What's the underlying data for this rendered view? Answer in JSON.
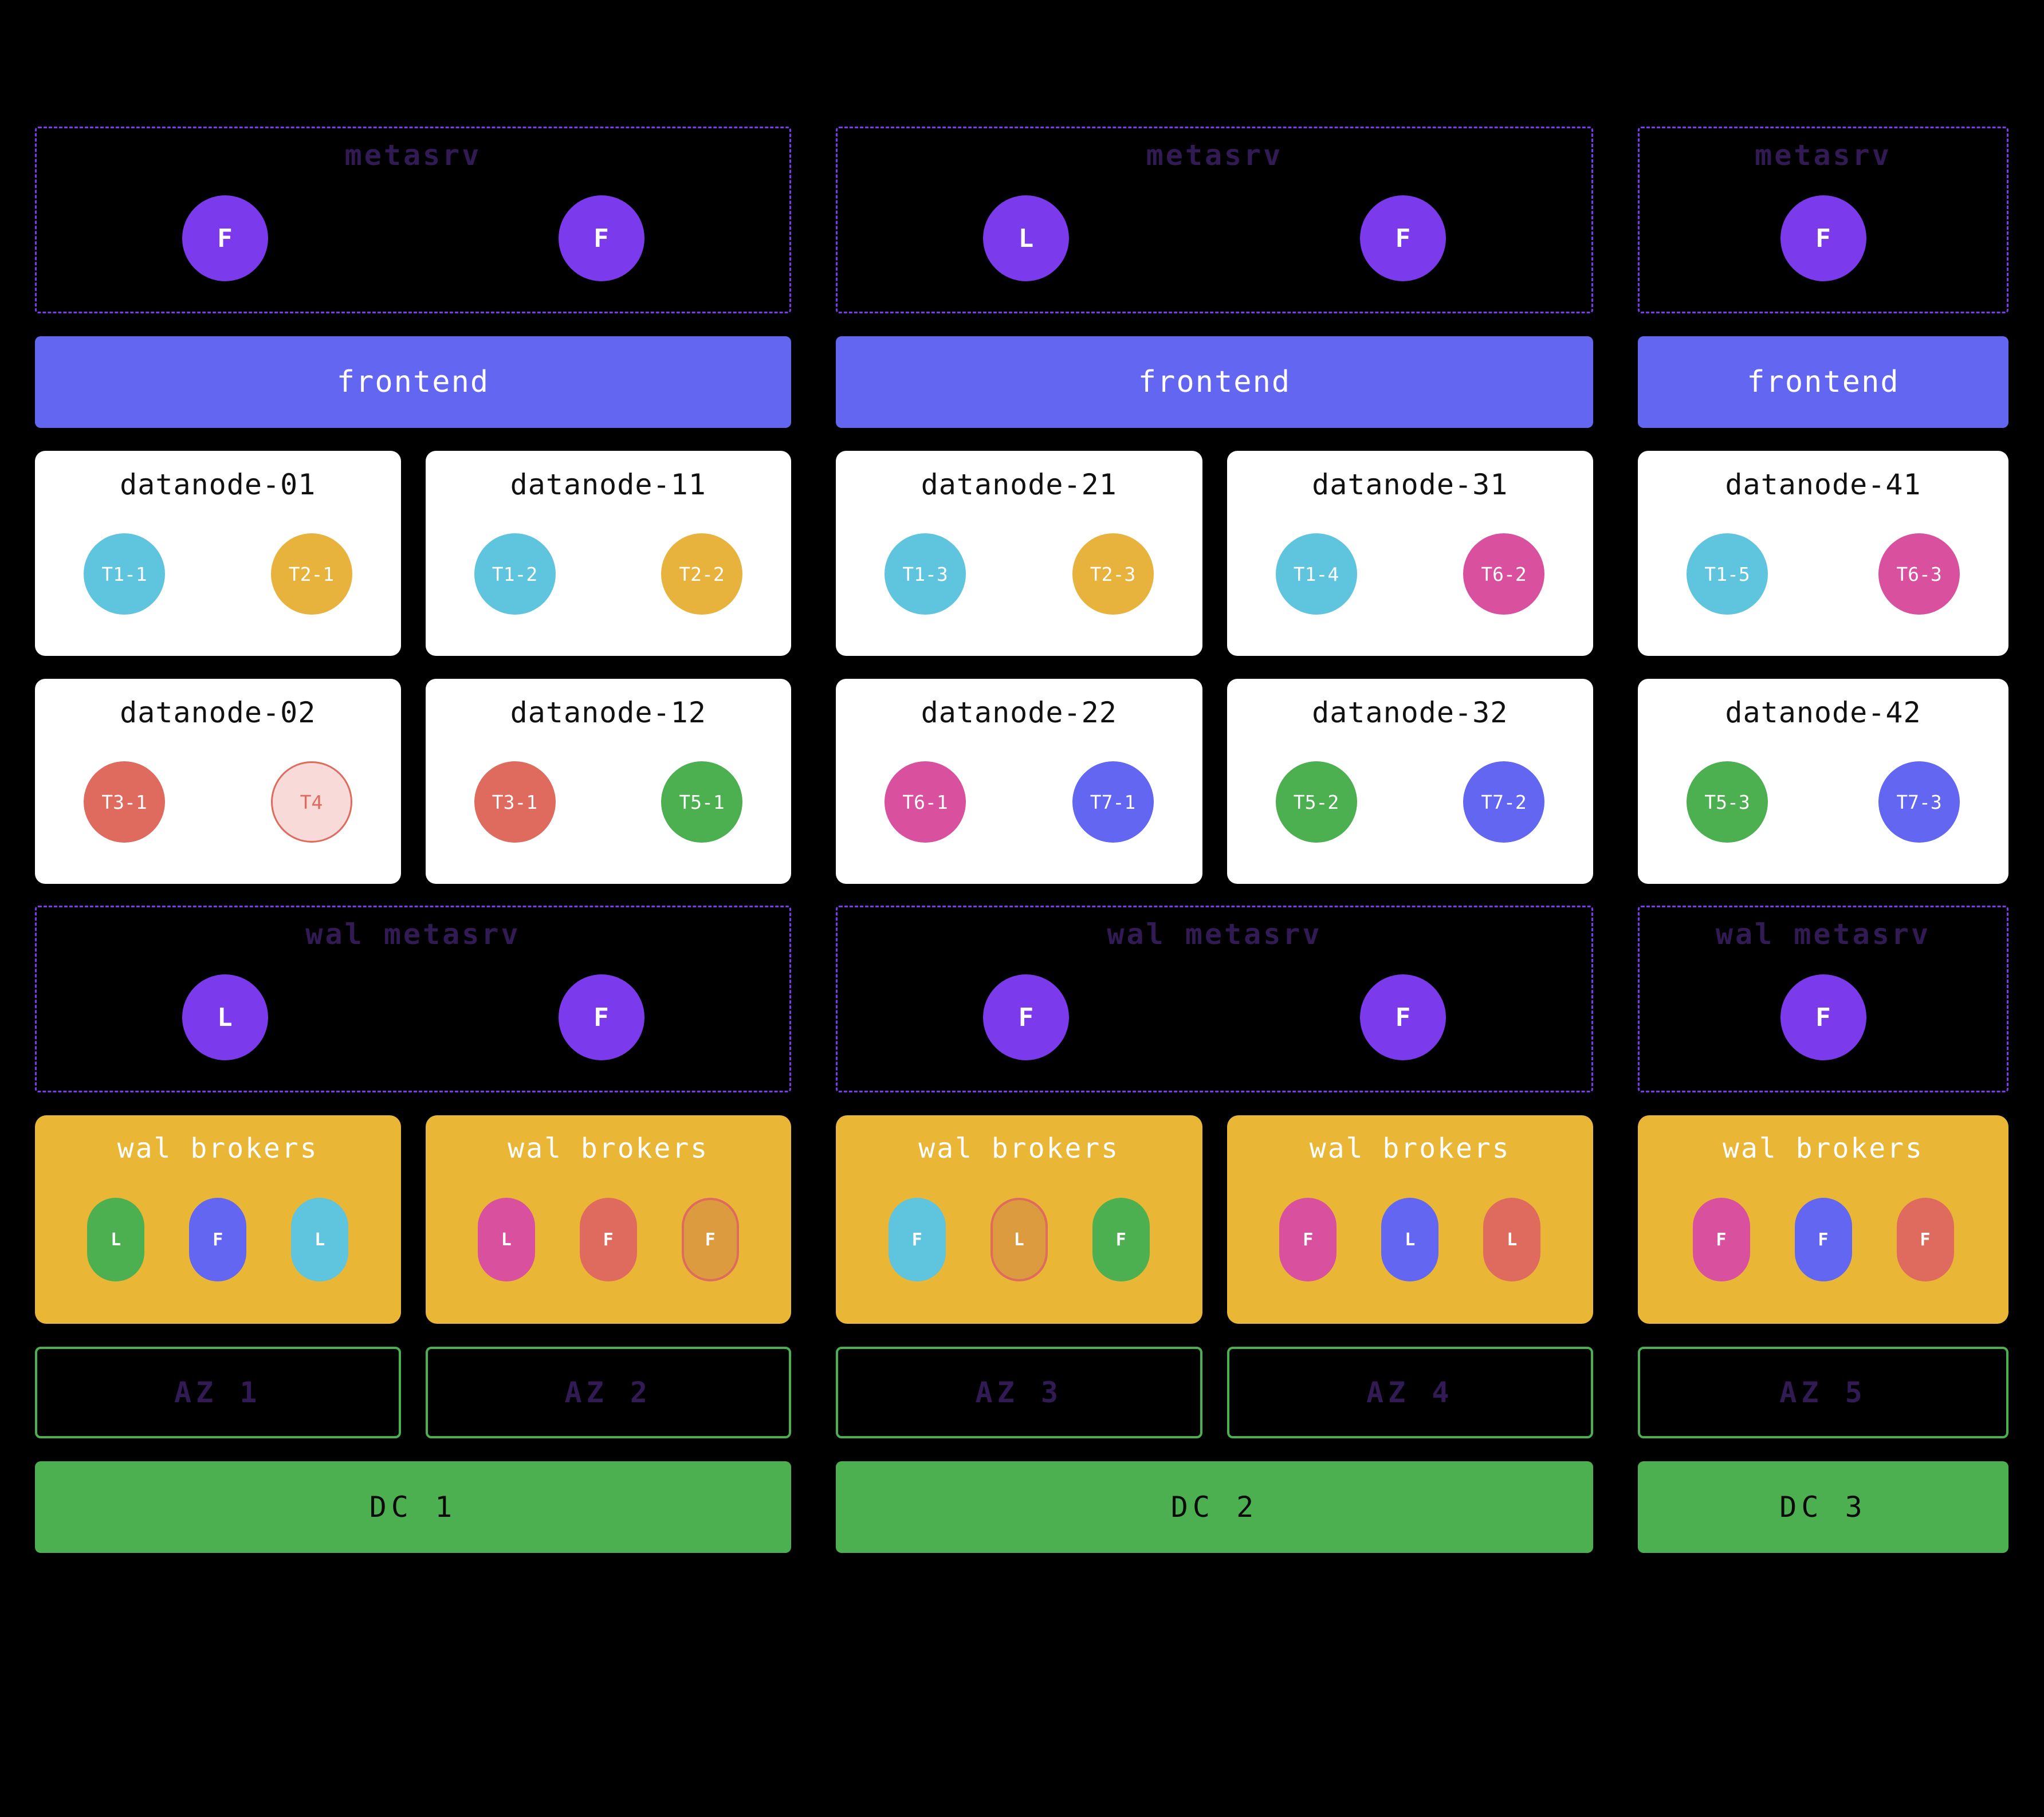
{
  "colors": {
    "background": "#000000",
    "purple": "#7c3aed",
    "indigo": "#6366f1",
    "cyan": "#5fc4de",
    "yellow": "#e8b33c",
    "amber": "#e9b636",
    "pink": "#d9509e",
    "salmon": "#df6a5e",
    "green": "#4caf50",
    "orange": "#dd9b40",
    "faded_label": "#321a54",
    "faded_fill": "#f8dbd9",
    "white": "#ffffff"
  },
  "columns": [
    {
      "dc_label": "DC 1",
      "metasrv": {
        "title": "metasrv",
        "nodes": [
          {
            "letter": "F",
            "color": "purple"
          },
          {
            "letter": "F",
            "color": "purple"
          }
        ]
      },
      "frontend_label": "frontend",
      "datanodes": [
        {
          "name": "datanode-01",
          "shards": [
            {
              "label": "T1-1",
              "color": "cyan"
            },
            {
              "label": "T2-1",
              "color": "yellow"
            }
          ]
        },
        {
          "name": "datanode-11",
          "shards": [
            {
              "label": "T1-2",
              "color": "cyan"
            },
            {
              "label": "T2-2",
              "color": "yellow"
            }
          ]
        },
        {
          "name": "datanode-02",
          "shards": [
            {
              "label": "T3-1",
              "color": "salmon"
            },
            {
              "label": "T4",
              "color": "salmon",
              "faded": true
            }
          ]
        },
        {
          "name": "datanode-12",
          "shards": [
            {
              "label": "T3-1",
              "color": "salmon"
            },
            {
              "label": "T5-1",
              "color": "green"
            }
          ]
        }
      ],
      "wal_metasrv": {
        "title": "wal metasrv",
        "nodes": [
          {
            "letter": "L",
            "color": "purple"
          },
          {
            "letter": "F",
            "color": "purple"
          }
        ]
      },
      "zones": [
        {
          "az_label": "AZ 1",
          "brokers_title": "wal brokers",
          "pills": [
            {
              "letter": "L",
              "color": "green"
            },
            {
              "letter": "F",
              "color": "indigo"
            },
            {
              "letter": "L",
              "color": "cyan"
            }
          ]
        },
        {
          "az_label": "AZ 2",
          "brokers_title": "wal brokers",
          "pills": [
            {
              "letter": "L",
              "color": "pink"
            },
            {
              "letter": "F",
              "color": "salmon"
            },
            {
              "letter": "F",
              "color": "orange",
              "outlined": true
            }
          ]
        }
      ]
    },
    {
      "dc_label": "DC 2",
      "metasrv": {
        "title": "metasrv",
        "nodes": [
          {
            "letter": "L",
            "color": "purple"
          },
          {
            "letter": "F",
            "color": "purple"
          }
        ]
      },
      "frontend_label": "frontend",
      "datanodes": [
        {
          "name": "datanode-21",
          "shards": [
            {
              "label": "T1-3",
              "color": "cyan"
            },
            {
              "label": "T2-3",
              "color": "yellow"
            }
          ]
        },
        {
          "name": "datanode-31",
          "shards": [
            {
              "label": "T1-4",
              "color": "cyan"
            },
            {
              "label": "T6-2",
              "color": "pink"
            }
          ]
        },
        {
          "name": "datanode-22",
          "shards": [
            {
              "label": "T6-1",
              "color": "pink"
            },
            {
              "label": "T7-1",
              "color": "indigo"
            }
          ]
        },
        {
          "name": "datanode-32",
          "shards": [
            {
              "label": "T5-2",
              "color": "green"
            },
            {
              "label": "T7-2",
              "color": "indigo"
            }
          ]
        }
      ],
      "wal_metasrv": {
        "title": "wal metasrv",
        "nodes": [
          {
            "letter": "F",
            "color": "purple"
          },
          {
            "letter": "F",
            "color": "purple"
          }
        ]
      },
      "zones": [
        {
          "az_label": "AZ 3",
          "brokers_title": "wal brokers",
          "pills": [
            {
              "letter": "F",
              "color": "cyan"
            },
            {
              "letter": "L",
              "color": "orange",
              "outlined": true
            },
            {
              "letter": "F",
              "color": "green"
            }
          ]
        },
        {
          "az_label": "AZ 4",
          "brokers_title": "wal brokers",
          "pills": [
            {
              "letter": "F",
              "color": "pink"
            },
            {
              "letter": "L",
              "color": "indigo"
            },
            {
              "letter": "L",
              "color": "salmon"
            }
          ]
        }
      ]
    },
    {
      "dc_label": "DC 3",
      "metasrv": {
        "title": "metasrv",
        "nodes": [
          {
            "letter": "F",
            "color": "purple"
          }
        ]
      },
      "frontend_label": "frontend",
      "datanodes": [
        {
          "name": "datanode-41",
          "shards": [
            {
              "label": "T1-5",
              "color": "cyan"
            },
            {
              "label": "T6-3",
              "color": "pink"
            }
          ]
        },
        {
          "name": "datanode-42",
          "shards": [
            {
              "label": "T5-3",
              "color": "green"
            },
            {
              "label": "T7-3",
              "color": "indigo"
            }
          ]
        }
      ],
      "wal_metasrv": {
        "title": "wal metasrv",
        "nodes": [
          {
            "letter": "F",
            "color": "purple"
          }
        ]
      },
      "zones": [
        {
          "az_label": "AZ 5",
          "brokers_title": "wal brokers",
          "pills": [
            {
              "letter": "F",
              "color": "pink"
            },
            {
              "letter": "F",
              "color": "indigo"
            },
            {
              "letter": "F",
              "color": "salmon"
            }
          ]
        }
      ]
    }
  ]
}
